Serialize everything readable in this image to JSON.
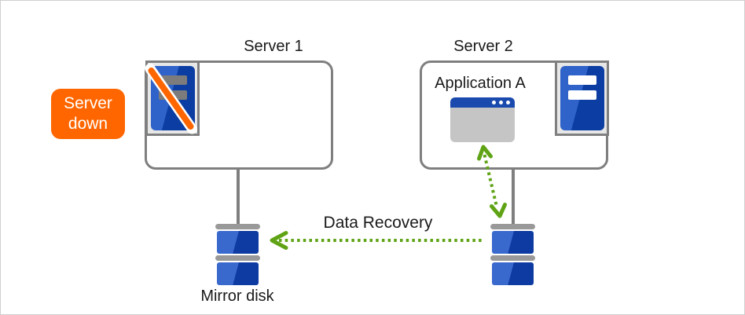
{
  "page": {
    "background": "#ffffff",
    "border_color": "#cfcfcf"
  },
  "colors": {
    "page-border": "#cfcfcf",
    "text": "#1a1a1a",
    "accent-orange": "#ff6600",
    "arrow-green": "#5fa315",
    "box-border": "#7f7f7f",
    "icon-frame-bg": "#e7e7e7",
    "cap-gray": "#999999",
    "tower-blue-light": "#2f63c9",
    "tower-blue-dark": "#0b3da2",
    "disk-blue-light": "#3a69ce",
    "disk-blue-dark": "#0d3ba1",
    "titlebar-blue": "#1a4aad",
    "window-gray": "#c5c5c5",
    "down-bar-gray": "#7c7c7c"
  },
  "diagram": {
    "server1": {
      "label": "Server 1",
      "status_badge": "Server down",
      "status": "down"
    },
    "server2": {
      "label": "Server 2",
      "application_label": "Application A",
      "status": "active"
    },
    "data_recovery_label": "Data Recovery",
    "mirror_disk_label": "Mirror disk"
  },
  "icons": {
    "server1_icon": "server-tower-down-icon",
    "server2_icon": "server-tower-icon",
    "failure_mark": "failure-slash-icon",
    "application_icon": "app-window-icon",
    "disk_icon": "mirror-disk-stack-icon",
    "recovery_arrow": "dotted-left-arrow-icon",
    "sync_arrow": "dotted-double-arrow-icon"
  }
}
